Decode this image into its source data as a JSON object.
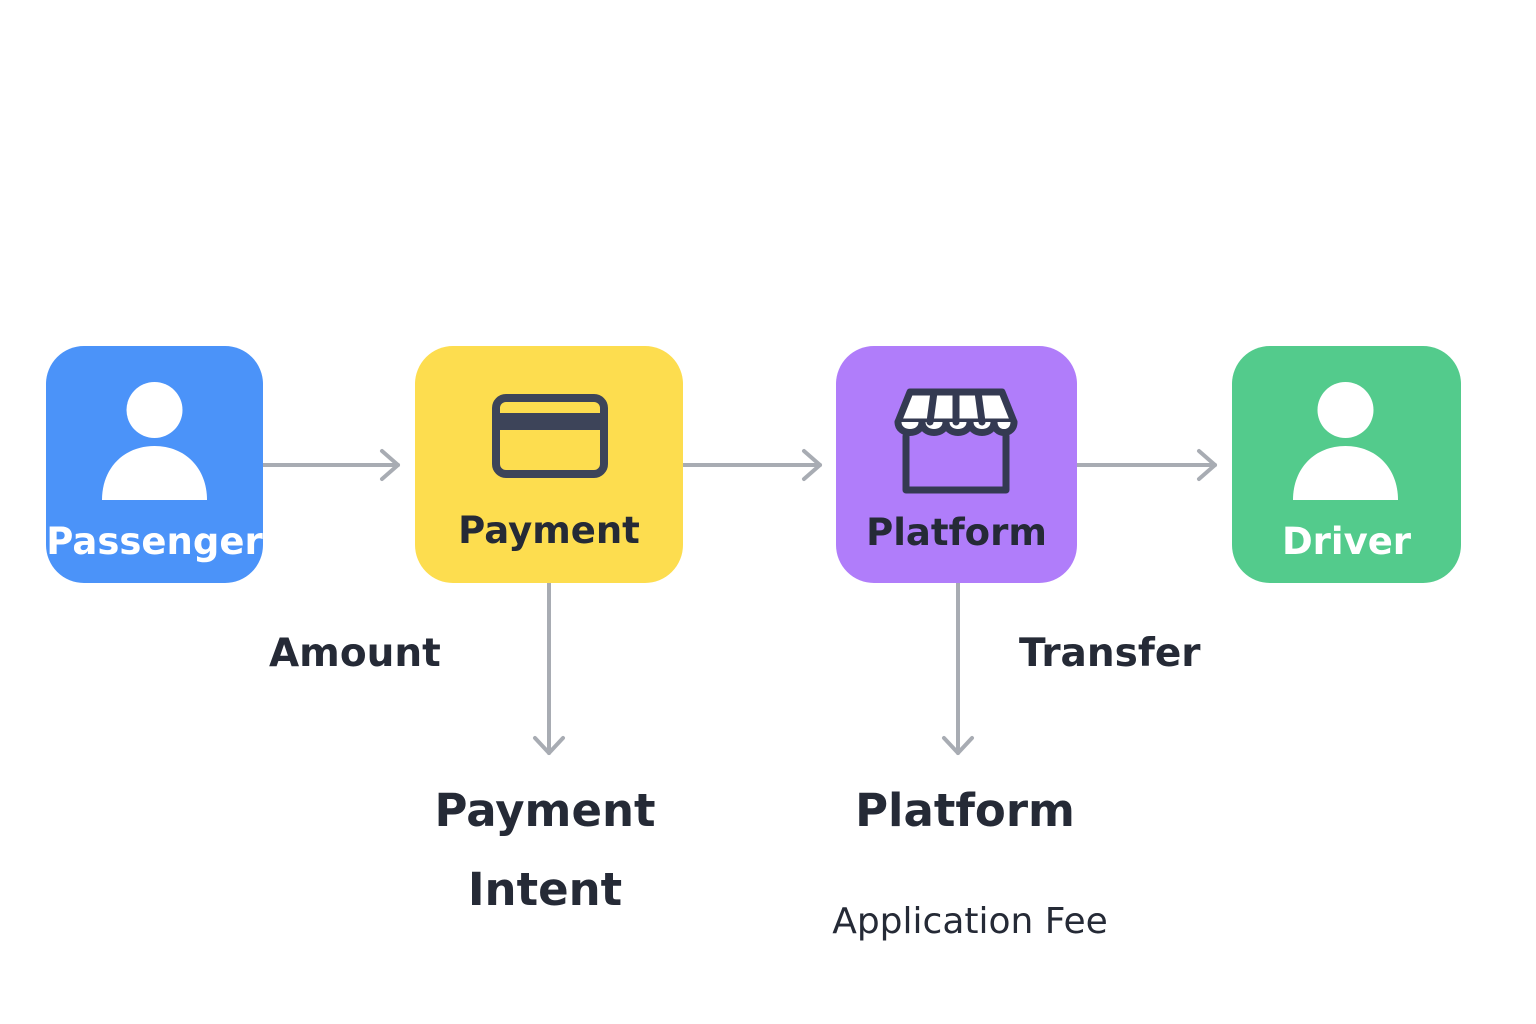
{
  "colors": {
    "passenger": "#4b93f9",
    "payment": "#fddd4f",
    "platform": "#b07dfa",
    "driver": "#53cb8c",
    "connector": "#a8acb3",
    "dark_text": "#252a36",
    "light_text": "#ffffff"
  },
  "nodes": {
    "passenger": {
      "label": "Passenger",
      "icon": "user-icon"
    },
    "payment": {
      "label": "Payment",
      "icon": "credit-card-icon"
    },
    "platform": {
      "label": "Platform",
      "icon": "storefront-icon"
    },
    "driver": {
      "label": "Driver",
      "icon": "user-icon"
    }
  },
  "edges": {
    "amount": "Amount",
    "transfer": "Transfer"
  },
  "outputs": {
    "payment_intent_line1": "Payment",
    "payment_intent_line2": "Intent",
    "platform": "Platform",
    "application_fee": "Application Fee"
  }
}
